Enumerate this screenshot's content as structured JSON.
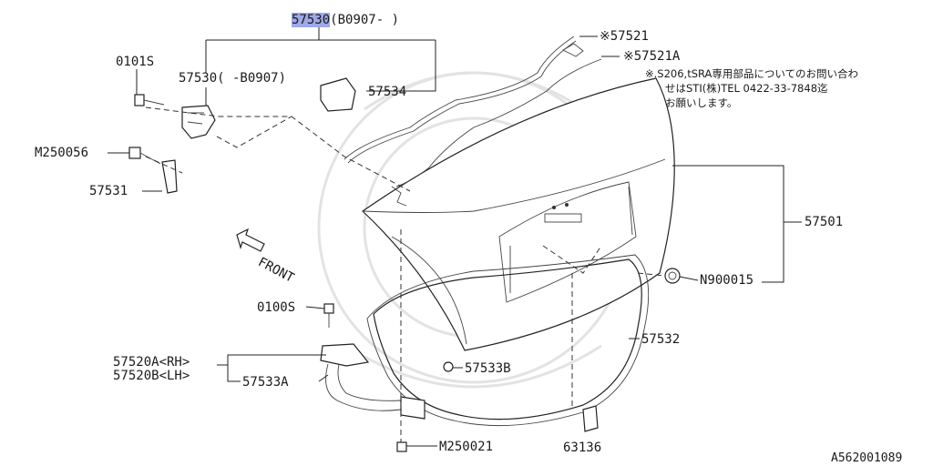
{
  "header_part": {
    "number": "57530",
    "range": "(B0907-  )"
  },
  "labels": {
    "p57530_old": "57530(  -B0907)",
    "p0101s": "0101S",
    "p57534": "57534",
    "m250056": "M250056",
    "p57531": "57531",
    "p57521": "※57521",
    "p57521a": "※57521A",
    "p57501": "57501",
    "front": "FRONT",
    "n900015": "N900015",
    "p0100s": "0100S",
    "p57520a": "57520A<RH>",
    "p57520b": "57520B<LH>",
    "p57533a": "57533A",
    "p57533b": "57533B",
    "p57532": "57532",
    "m250021": "M250021",
    "p63136": "63136",
    "diagram_code": "A562001089"
  },
  "note": {
    "line1": "※.S206,tSRA専用部品についてのお問い合わ",
    "line2": "せはSTI(株)TEL 0422-33-7848迄",
    "line3": "お願いします。"
  }
}
